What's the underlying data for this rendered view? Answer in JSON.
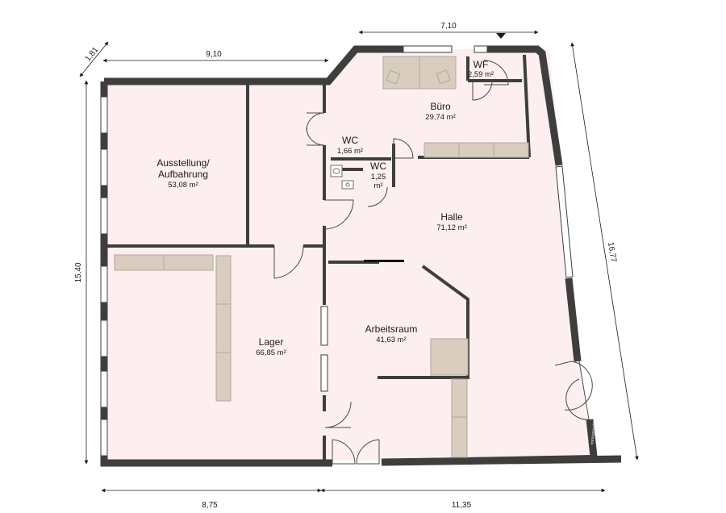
{
  "rooms": {
    "ausstellung": {
      "name_line1": "Ausstellung/",
      "name_line2": "Aufbahrung",
      "area": "53,08 m²"
    },
    "buero": {
      "name": "Büro",
      "area": "29,74 m²"
    },
    "wf": {
      "name": "WF",
      "area": "2,59 m²"
    },
    "wc1": {
      "name": "WC",
      "area": "1,66 m²"
    },
    "wc2": {
      "name": "WC",
      "area_line1": "1,25",
      "area_line2": "m²"
    },
    "halle": {
      "name": "Halle",
      "area": "71,12 m²"
    },
    "lager": {
      "name": "Lager",
      "area": "66,85 m²"
    },
    "arbeitsraum": {
      "name": "Arbeitsraum",
      "area": "41,63 m²"
    }
  },
  "dimensions": {
    "top_left": "9,10",
    "top_right": "7,10",
    "diagonal": "1,81",
    "left": "15,40",
    "right_diagonal": "16,77",
    "bottom_left": "8,75",
    "bottom_right": "11,35"
  },
  "brand": "immogrundriss",
  "colors": {
    "floor": "#fdeff0",
    "wall": "#3e3e3e",
    "furniture": "#d8cdbf",
    "furniture_stroke": "#b3a798"
  }
}
